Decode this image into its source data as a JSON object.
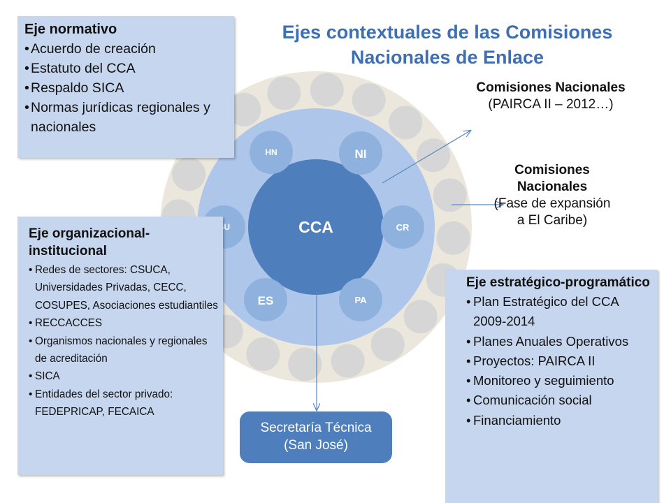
{
  "title": [
    "Ejes contextuales de las Comisiones",
    "Nacionales de Enlace"
  ],
  "colors": {
    "title": "#3f6fb3",
    "box_fill": "#c6d6ee",
    "outer_ring": "#ebe7dd",
    "ring_dots": "#d6d6d6",
    "inner_ring": "#aec6e9",
    "node_fill": "#8fb1de",
    "center_fill": "#4e7fbc",
    "arrow": "#5b86c0"
  },
  "center": {
    "label": "CCA"
  },
  "nodes": [
    {
      "id": "hn",
      "label": "HN"
    },
    {
      "id": "ni",
      "label": "NI"
    },
    {
      "id": "gu",
      "label": "GU"
    },
    {
      "id": "cr",
      "label": "CR"
    },
    {
      "id": "es",
      "label": "ES"
    },
    {
      "id": "pa",
      "label": "PA"
    }
  ],
  "boxes": {
    "normativo": {
      "title": "Eje normativo",
      "items": [
        "Acuerdo de creación",
        "Estatuto del CCA",
        "Respaldo SICA",
        "Normas jurídicas regionales y nacionales"
      ]
    },
    "organizacional": {
      "title": "Eje organizacional-institucional",
      "items": [
        "Redes de sectores: CSUCA, Universidades Privadas, CECC, COSUPES, Asociaciones estudiantiles",
        "RECCACCES",
        "Organismos nacionales y regionales de acreditación",
        "SICA",
        "Entidades del sector privado:  FEDEPRICAP, FECAICA"
      ]
    },
    "estrategico": {
      "title": "Eje estratégico-programático",
      "items": [
        "Plan Estratégico del CCA 2009-2014",
        "Planes Anuales Operativos",
        "Proyectos: PAIRCA II",
        "Monitoreo y seguimiento",
        "Comunicación social",
        "Financiamiento"
      ]
    }
  },
  "comisiones_1": {
    "title": "Comisiones Nacionales",
    "detail": "(PAIRCA II – 2012…)"
  },
  "comisiones_2": {
    "title": "Comisiones Nacionales",
    "detail": "(Fase de expansión a El Caribe)"
  },
  "secretaria": {
    "line1": "Secretaría Técnica",
    "line2": "(San José)"
  }
}
